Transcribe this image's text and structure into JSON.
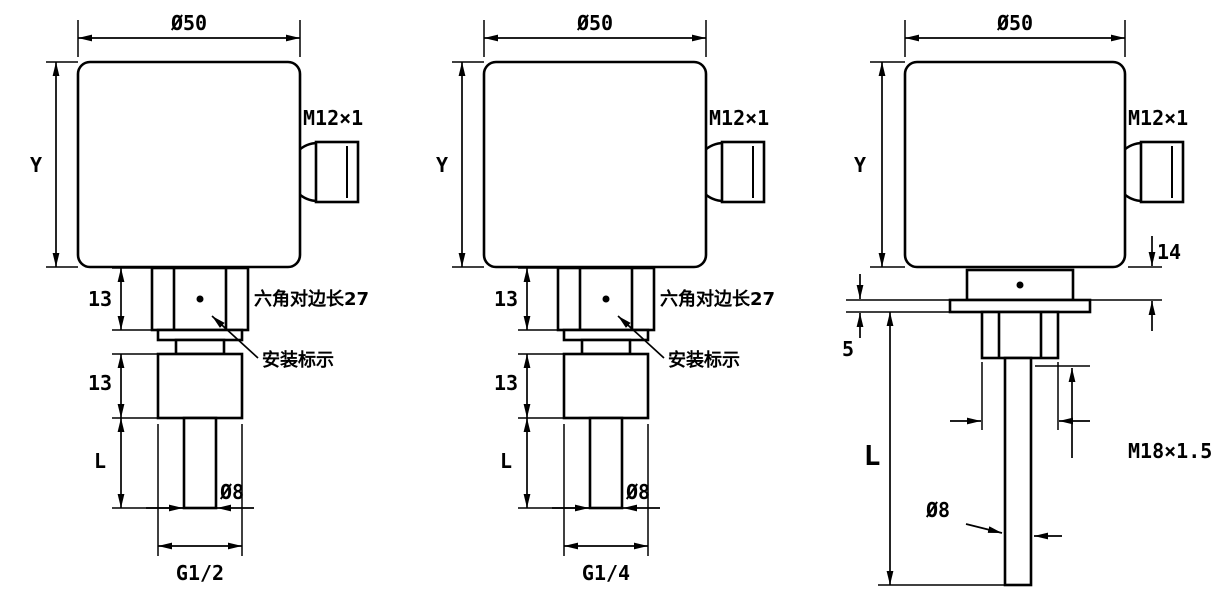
{
  "drawings": [
    {
      "top_diameter": "Ø50",
      "connector_thread": "M12×1",
      "body_height": "Y",
      "hex_note": "六角对边长27",
      "hex_height": "13",
      "install_mark": "安装标示",
      "thread_length": "13",
      "probe_length": "L",
      "probe_diameter": "Ø8",
      "process_thread": "G1/2"
    },
    {
      "top_diameter": "Ø50",
      "connector_thread": "M12×1",
      "body_height": "Y",
      "hex_note": "六角对边长27",
      "hex_height": "13",
      "install_mark": "安装标示",
      "thread_length": "13",
      "probe_length": "L",
      "probe_diameter": "Ø8",
      "process_thread": "G1/4"
    },
    {
      "top_diameter": "Ø50",
      "connector_thread": "M12×1",
      "body_height": "Y",
      "collar_height": "14",
      "washer_thickness": "5",
      "probe_length": "L",
      "process_thread": "M18×1.5",
      "probe_diameter": "Ø8"
    }
  ]
}
